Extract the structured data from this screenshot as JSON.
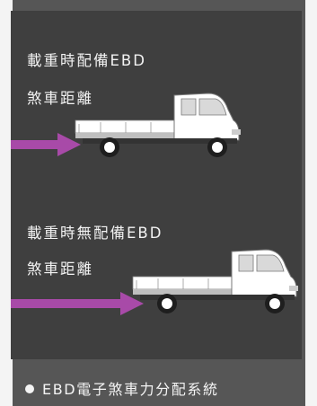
{
  "scenario_with_ebd": {
    "line1": "載重時配備EBD",
    "line2": "煞車距離"
  },
  "scenario_without_ebd": {
    "line1": "載重時無配備EBD",
    "line2": "煞車距離"
  },
  "caption": "EBD電子煞車力分配系統",
  "colors": {
    "panel": "#3f3f3f",
    "frame": "#565656",
    "arrow": "#a84aa8",
    "truck": "#ffffff"
  },
  "icons": {
    "truck": "truck-icon",
    "arrow": "arrow-right-icon",
    "bullet": "bullet-dot-icon"
  }
}
